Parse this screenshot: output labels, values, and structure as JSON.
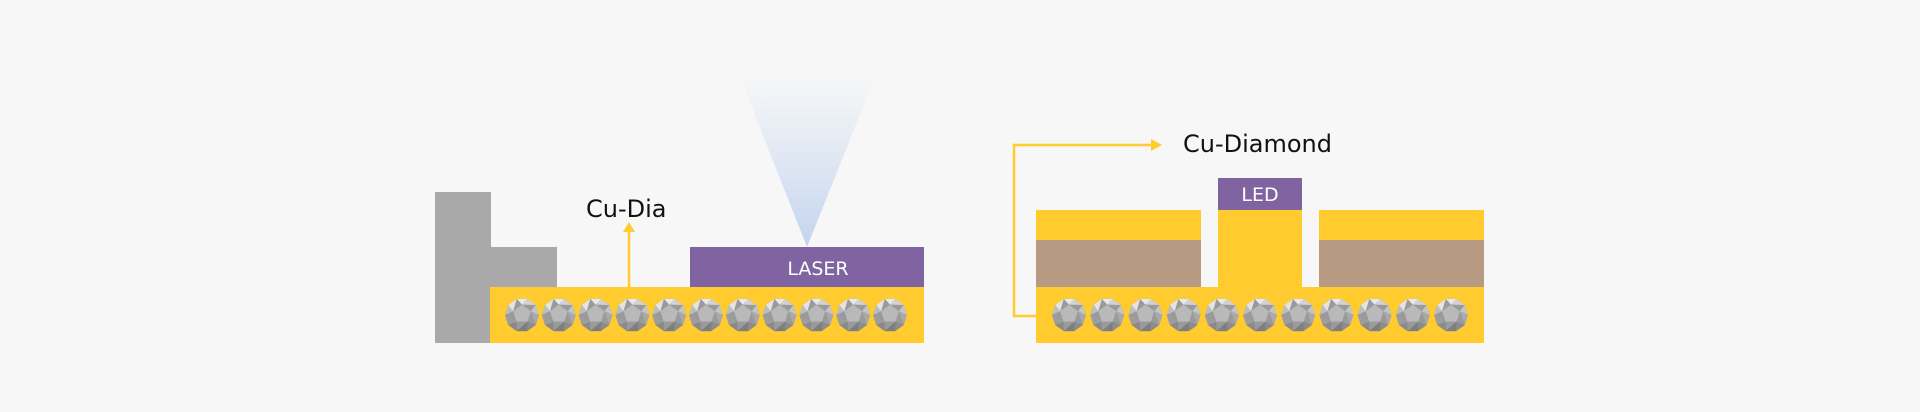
{
  "colors": {
    "background": "#f7f7f7",
    "copper_yellow": "#ffcb2f",
    "chip_purple": "#8064a2",
    "heatsink_gray": "#a8a9a8",
    "substrate_brown": "#b89a82",
    "beam_blue": "#c9d8ef",
    "text": "#111111"
  },
  "left_diagram": {
    "material_label": "Cu-Dia",
    "chip_label": "LASER",
    "diamond_count": 11
  },
  "right_diagram": {
    "material_label": "Cu-Diamond",
    "chip_label": "LED",
    "diamond_count": 11
  }
}
